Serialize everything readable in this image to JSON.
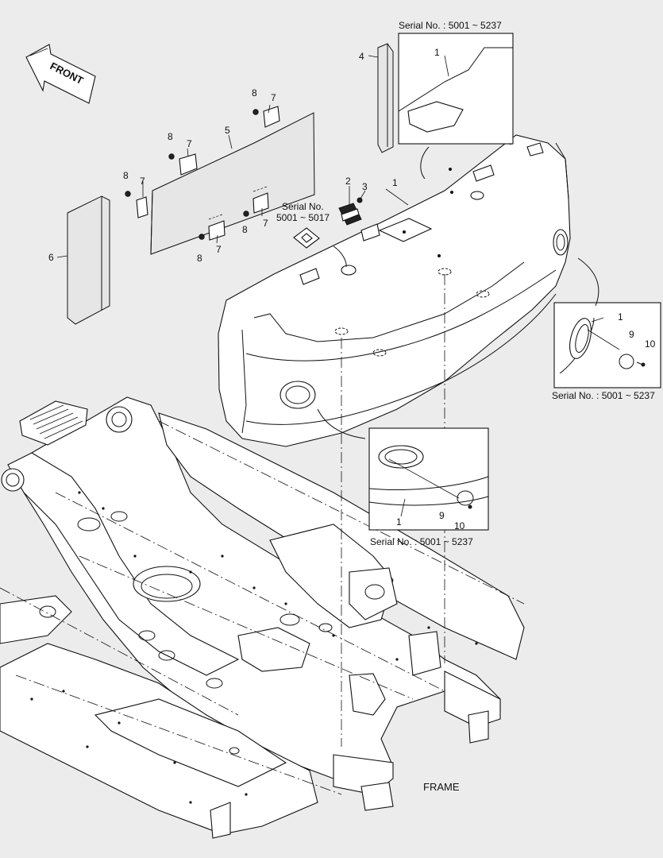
{
  "front_arrow": {
    "label": "FRONT"
  },
  "frame_label": "FRAME",
  "inset_top": {
    "serial": "Serial No. : 5001 ~ 5237",
    "part": "1"
  },
  "inset_right": {
    "serial": "Serial No. : 5001 ~ 5237",
    "parts": [
      "1",
      "9",
      "10"
    ]
  },
  "inset_center": {
    "serial": "Serial No. : 5001 ~ 5237",
    "parts": [
      "1",
      "9",
      "10"
    ]
  },
  "small_serial": {
    "line1": "Serial No.",
    "line2": "5001 ~ 5017"
  },
  "callouts": {
    "c1_main": "1",
    "c2": "2",
    "c3": "3",
    "c4": "4",
    "c5": "5",
    "c6": "6",
    "c7_a": "7",
    "c7_b": "7",
    "c7_c": "7",
    "c7_d": "7",
    "c7_e": "7",
    "c8_a": "8",
    "c8_b": "8",
    "c8_c": "8",
    "c8_d": "8",
    "c8_e": "8"
  }
}
